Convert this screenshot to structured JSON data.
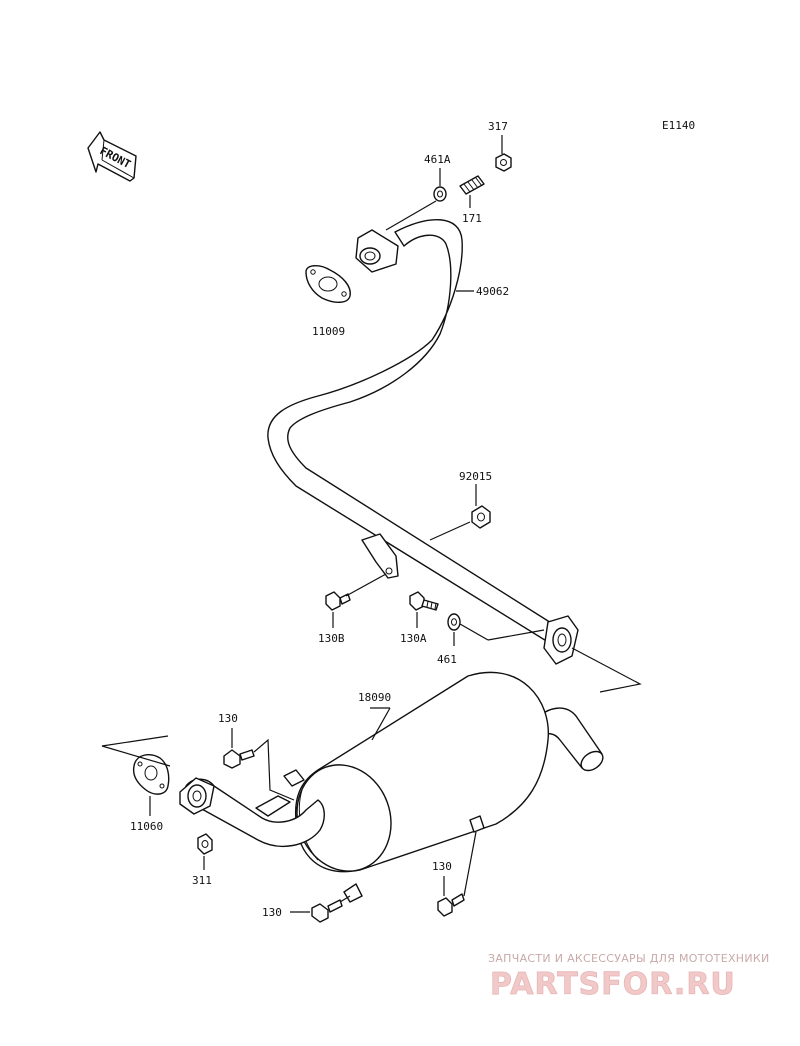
{
  "diagram": {
    "code": "E1140",
    "front_label": "FRONT",
    "parts": [
      {
        "id": "317"
      },
      {
        "id": "461A"
      },
      {
        "id": "171"
      },
      {
        "id": "49062"
      },
      {
        "id": "11009"
      },
      {
        "id": "92015"
      },
      {
        "id": "130B"
      },
      {
        "id": "130A"
      },
      {
        "id": "461"
      },
      {
        "id": "18090"
      },
      {
        "id": "130"
      },
      {
        "id": "11060"
      },
      {
        "id": "311"
      },
      {
        "id": "130"
      },
      {
        "id": "130"
      }
    ]
  },
  "watermark": {
    "tagline": "ЗАПЧАСТИ И АКСЕССУАРЫ ДЛЯ МОТОТЕХНИКИ",
    "brand": "PARTSFOR.RU"
  }
}
